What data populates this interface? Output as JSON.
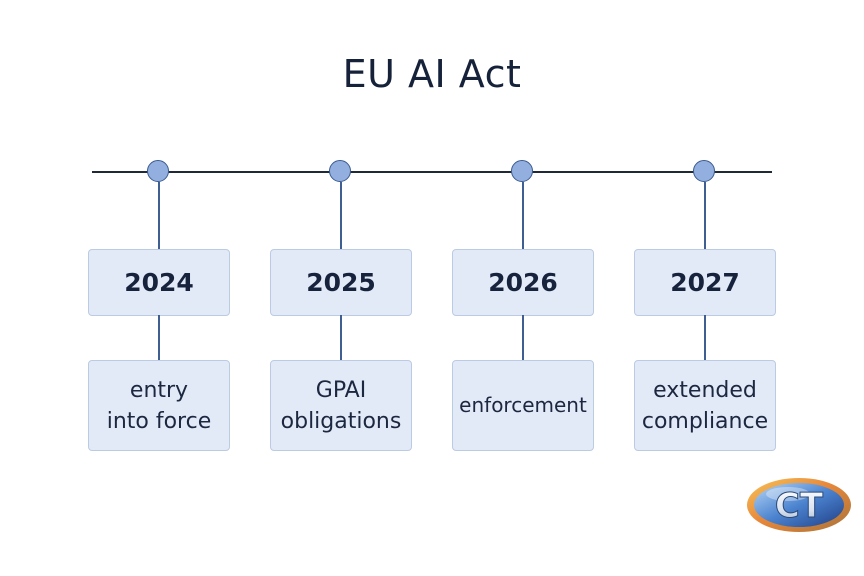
{
  "title": "EU AI Act",
  "milestones": [
    {
      "year": "2024",
      "label_line1": "entry",
      "label_line2": "into force"
    },
    {
      "year": "2025",
      "label_line1": "GPAI",
      "label_line2": "obligations"
    },
    {
      "year": "2026",
      "label_line1": "enforcement",
      "label_line2": ""
    },
    {
      "year": "2027",
      "label_line1": "extended",
      "label_line2": "compliance"
    }
  ],
  "logo": {
    "text": "CT",
    "icon": "ct-logo-icon"
  },
  "colors": {
    "dot_fill": "#92afe0",
    "dot_stroke": "#3a5a8f",
    "box_fill": "#e2eaf7",
    "box_border": "#bccbe4",
    "timeline": "#1f2937"
  }
}
